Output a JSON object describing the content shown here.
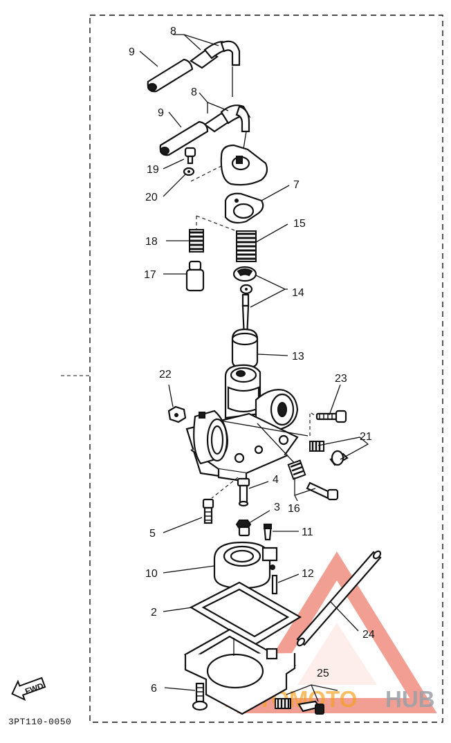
{
  "diagram": {
    "reference_code": "3PT110-0050",
    "direction_label": "FWD",
    "watermark_text": {
      "part1": "AUTOMOTO",
      "part2": "HUB"
    },
    "callouts": [
      {
        "id": "c8a",
        "label": "8"
      },
      {
        "id": "c9a",
        "label": "9"
      },
      {
        "id": "c8b",
        "label": "8"
      },
      {
        "id": "c9b",
        "label": "9"
      },
      {
        "id": "c19",
        "label": "19"
      },
      {
        "id": "c20",
        "label": "20"
      },
      {
        "id": "c7",
        "label": "7"
      },
      {
        "id": "c15",
        "label": "15"
      },
      {
        "id": "c18",
        "label": "18"
      },
      {
        "id": "c17",
        "label": "17"
      },
      {
        "id": "c14",
        "label": "14"
      },
      {
        "id": "c13",
        "label": "13"
      },
      {
        "id": "c22",
        "label": "22"
      },
      {
        "id": "c23",
        "label": "23"
      },
      {
        "id": "c21",
        "label": "21"
      },
      {
        "id": "c4",
        "label": "4"
      },
      {
        "id": "c16",
        "label": "16"
      },
      {
        "id": "c3",
        "label": "3"
      },
      {
        "id": "c5",
        "label": "5"
      },
      {
        "id": "c11",
        "label": "11"
      },
      {
        "id": "c10",
        "label": "10"
      },
      {
        "id": "c12",
        "label": "12"
      },
      {
        "id": "c2",
        "label": "2"
      },
      {
        "id": "c24",
        "label": "24"
      },
      {
        "id": "c25",
        "label": "25"
      },
      {
        "id": "c6",
        "label": "6"
      }
    ],
    "colors": {
      "ink": "#111111",
      "watermark_red": "#e8503a",
      "watermark_orange": "#f4a020",
      "watermark_gray": "#9aa0a6"
    }
  }
}
